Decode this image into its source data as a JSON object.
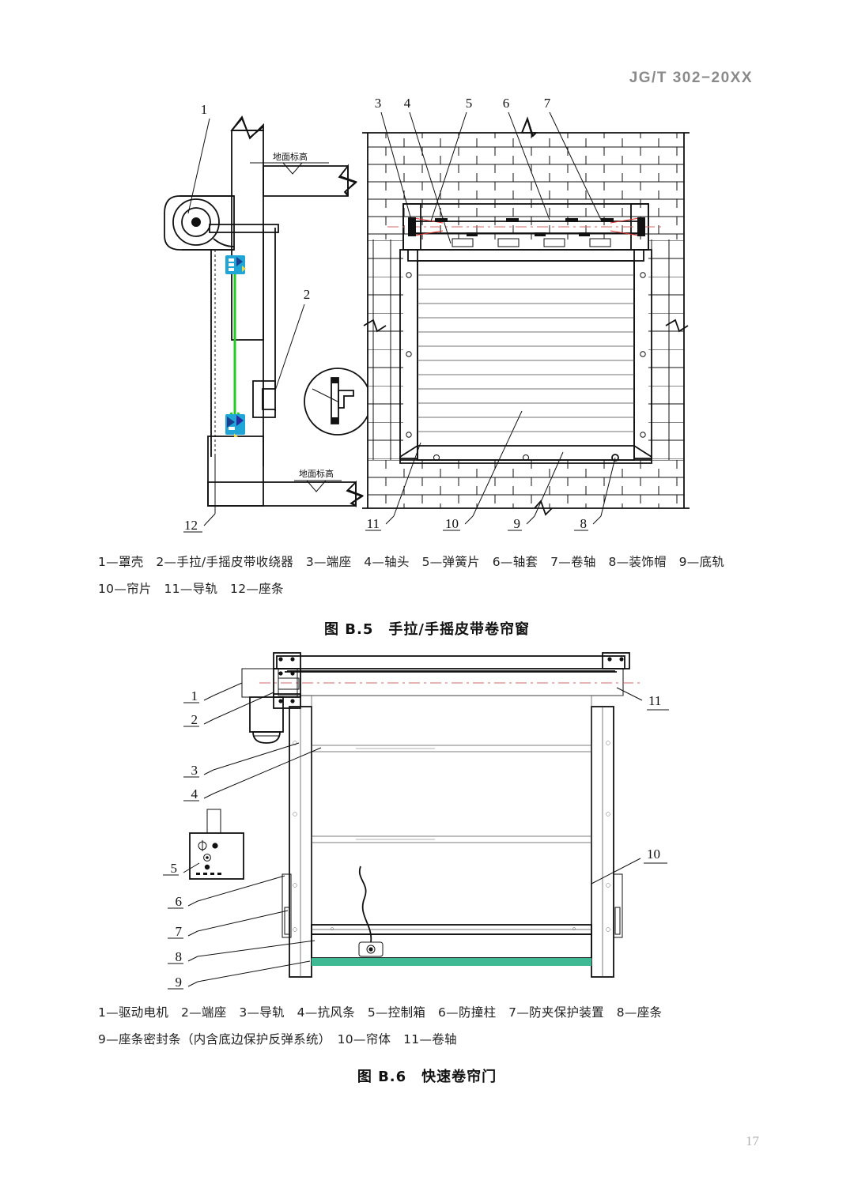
{
  "header": {
    "standard_code": "JG/T  302−20XX"
  },
  "page_number": "17",
  "figure_b5": {
    "caption": "图 B.5　手拉/手摇皮带卷帘窗",
    "legend_line1": "1—罩壳　2—手拉/手摇皮带收绕器　3—端座　4—轴头　5—弹簧片　6—轴套　7—卷轴　8—装饰帽　9—底轨",
    "legend_line2": "10—帘片　11—导轨　12—座条",
    "annotations": {
      "ground_level_top": "地面标高",
      "ground_level_bottom": "地面标高"
    },
    "callouts_left": [
      "1",
      "2",
      "12"
    ],
    "callouts_top": [
      "3",
      "4",
      "5",
      "6",
      "7"
    ],
    "callouts_bottom": [
      "11",
      "10",
      "9",
      "8"
    ]
  },
  "figure_b6": {
    "caption": "图 B.6　快速卷帘门",
    "legend_line1": "1—驱动电机　2—端座　3—导轨　4—抗风条　5—控制箱　6—防撞柱　7—防夹保护装置　8—座条",
    "legend_line2": "9—座条密封条（内含底边保护反弹系统）　10—帘体　11—卷轴",
    "callouts_left": [
      "1",
      "2",
      "3",
      "4",
      "5",
      "6",
      "7",
      "8",
      "9"
    ],
    "callouts_right": [
      "11",
      "10"
    ]
  },
  "colors": {
    "line": "#111111",
    "red_center": "#d06a6a",
    "green_belt": "#22cc22",
    "teal_seal": "#3fb894",
    "cyan_fitting": "#1fa6d6",
    "header_gray": "#8a8a8a"
  }
}
